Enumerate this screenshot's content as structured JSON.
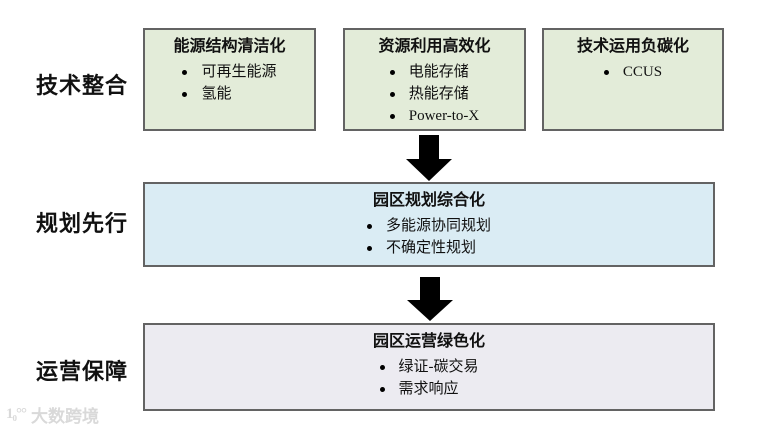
{
  "rows": [
    {
      "label": "技术整合",
      "boxes": [
        {
          "title": "能源结构清洁化",
          "items": [
            "可再生能源",
            "氢能"
          ]
        },
        {
          "title": "资源利用高效化",
          "items": [
            "电能存储",
            "热能存储",
            "Power-to-X"
          ]
        },
        {
          "title": "技术运用负碳化",
          "items": [
            "CCUS"
          ]
        }
      ]
    },
    {
      "label": "规划先行",
      "boxes": [
        {
          "title": "园区规划综合化",
          "items": [
            "多能源协同规划",
            "不确定性规划"
          ]
        }
      ]
    },
    {
      "label": "运营保障",
      "boxes": [
        {
          "title": "园区运营绿色化",
          "items": [
            "绿证-碳交易",
            "需求响应"
          ]
        }
      ]
    }
  ],
  "colors": {
    "box_green": "#e3ecd9",
    "box_blue": "#daecf4",
    "box_purple": "#ecebf1",
    "border": "#636363",
    "arrow": "#000000",
    "watermark": "#d9d9d9"
  },
  "watermark": {
    "logo": "1₀°°",
    "text": "大数跨境"
  }
}
